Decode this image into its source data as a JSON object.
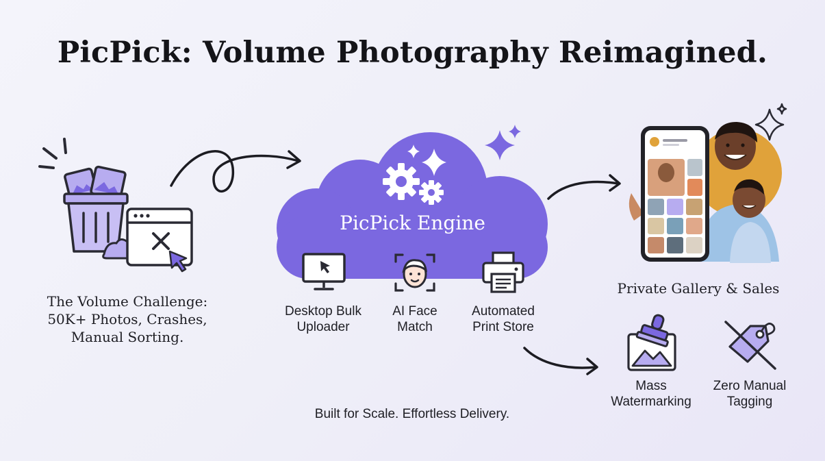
{
  "title": "PicPick: Volume Photography Reimagined.",
  "challenge": {
    "lines": [
      "The Volume Challenge:",
      "50K+ Photos, Crashes,",
      "Manual Sorting."
    ]
  },
  "engine": {
    "label": "PicPick Engine",
    "features": [
      {
        "icon": "desktop-monitor-icon",
        "lines": [
          "Desktop Bulk",
          "Uploader"
        ]
      },
      {
        "icon": "face-scan-icon",
        "lines": [
          "AI Face",
          "Match"
        ]
      },
      {
        "icon": "printer-icon",
        "lines": [
          "Automated",
          "Print Store"
        ]
      }
    ]
  },
  "gallery": {
    "label": "Private Gallery & Sales"
  },
  "extras": [
    {
      "icon": "watermark-stamp-icon",
      "lines": [
        "Mass",
        "Watermarking"
      ]
    },
    {
      "icon": "no-tag-icon",
      "lines": [
        "Zero Manual",
        "Tagging"
      ]
    }
  ],
  "tagline": "Built for Scale. Effortless Delivery.",
  "colors": {
    "accent": "#7b68e0",
    "accent_light": "#b7acf0",
    "outline": "#2a2a33",
    "sun": "#e0a23a"
  }
}
